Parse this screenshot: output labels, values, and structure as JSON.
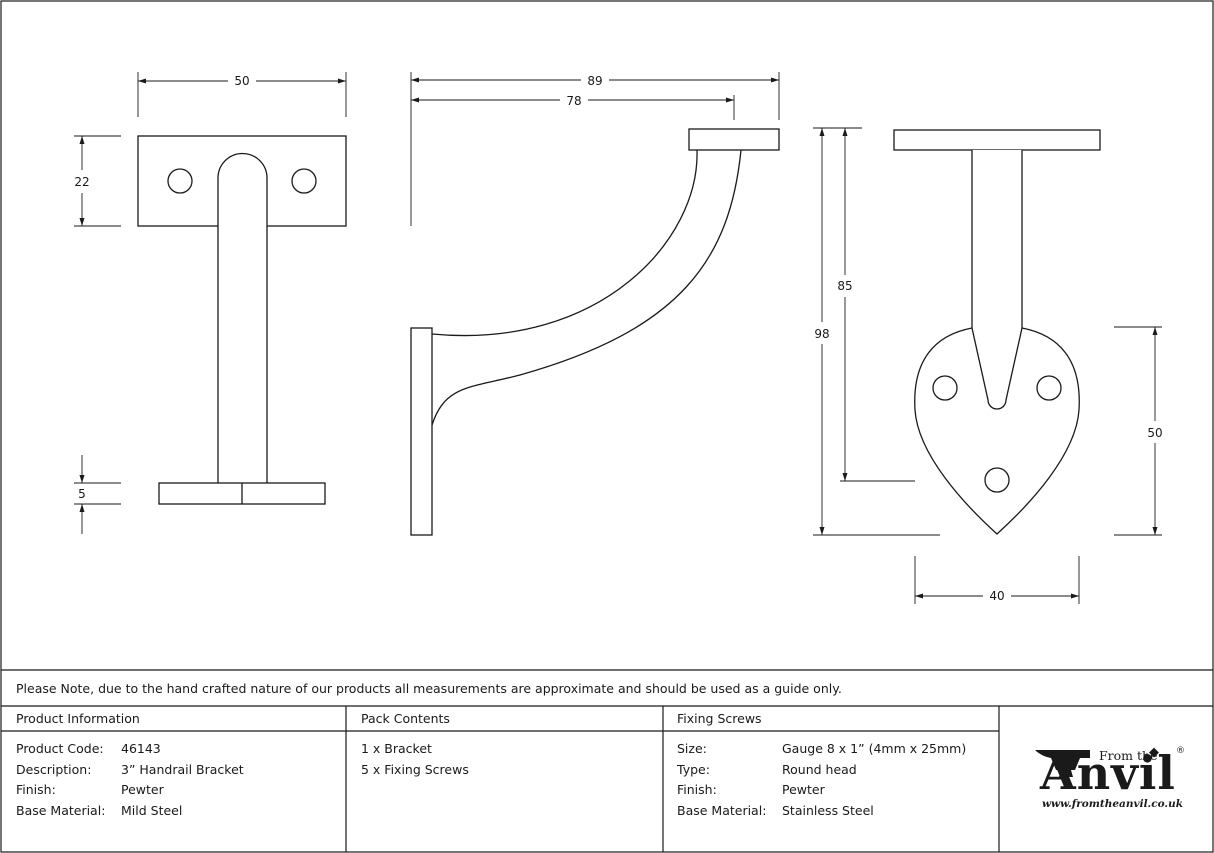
{
  "dimensions": {
    "front_width": "50",
    "front_plate_height": "22",
    "front_base_thickness": "5",
    "side_total_depth": "89",
    "side_arm_depth": "78",
    "rear_total_height": "98",
    "rear_stem_height": "85",
    "rear_plate_height": "50",
    "rear_plate_width": "40"
  },
  "note": "Please Note, due to the hand crafted nature of our products all measurements are approximate and should be used as a guide only.",
  "product_info": {
    "header": "Product Information",
    "rows": [
      {
        "label": "Product Code:",
        "value": "46143"
      },
      {
        "label": "Description:",
        "value": "3” Handrail Bracket"
      },
      {
        "label": "Finish:",
        "value": "Pewter"
      },
      {
        "label": "Base Material:",
        "value": "Mild Steel"
      }
    ]
  },
  "pack_contents": {
    "header": "Pack Contents",
    "items": [
      "1 x Bracket",
      "5 x Fixing Screws"
    ]
  },
  "fixing_screws": {
    "header": "Fixing Screws",
    "rows": [
      {
        "label": "Size:",
        "value": "Gauge 8 x 1” (4mm x 25mm)"
      },
      {
        "label": "Type:",
        "value": "Round head"
      },
      {
        "label": "Finish:",
        "value": "Pewter"
      },
      {
        "label": "Base Material:",
        "value": "Stainless Steel"
      }
    ]
  },
  "logo": {
    "from_text": "From the",
    "word": "Anvil",
    "registered": "®",
    "url": "www.fromtheanvil.co.uk"
  }
}
